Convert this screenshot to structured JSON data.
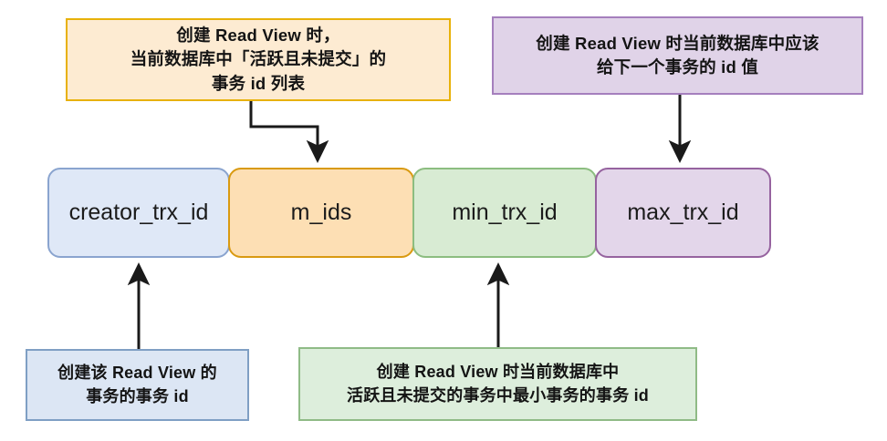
{
  "diagram": {
    "title": "MySQL InnoDB Read View structure",
    "colors": {
      "blue_fill": "#dfe8f7",
      "blue_stroke": "#8aa4cf",
      "orange_fill": "#fddfb4",
      "orange_stroke": "#d99a11",
      "green_fill": "#d8ebd3",
      "green_stroke": "#8cbd80",
      "purple_fill": "#e3d6ea",
      "purple_stroke": "#96639f",
      "note_orange_fill": "#fdebd2",
      "note_orange_stroke": "#e8b109",
      "note_purple_fill": "#e0d3e8",
      "note_purple_stroke": "#a57fbd",
      "note_blue_fill": "#dce6f4",
      "note_blue_stroke": "#7f9fc4",
      "note_green_fill": "#ddeedc",
      "note_green_stroke": "#8fbb86",
      "arrow": "#1a1a1a"
    }
  },
  "fields": [
    {
      "key": "creator_trx_id",
      "label": "creator_trx_id"
    },
    {
      "key": "m_ids",
      "label": "m_ids"
    },
    {
      "key": "min_trx_id",
      "label": "min_trx_id"
    },
    {
      "key": "max_trx_id",
      "label": "max_trx_id"
    }
  ],
  "notes": {
    "m_ids": {
      "lines": [
        "创建 Read View 时，",
        "当前数据库中「活跃且未提交」的",
        "事务 id 列表"
      ]
    },
    "max_trx_id": {
      "lines": [
        "创建 Read View 时当前数据库中应该",
        "给下一个事务的 id 值"
      ]
    },
    "creator_trx_id": {
      "lines": [
        "创建该 Read View 的",
        "事务的事务 id"
      ]
    },
    "min_trx_id": {
      "lines": [
        "创建 Read View 时当前数据库中",
        "活跃且未提交的事务中最小事务的事务 id"
      ]
    }
  }
}
